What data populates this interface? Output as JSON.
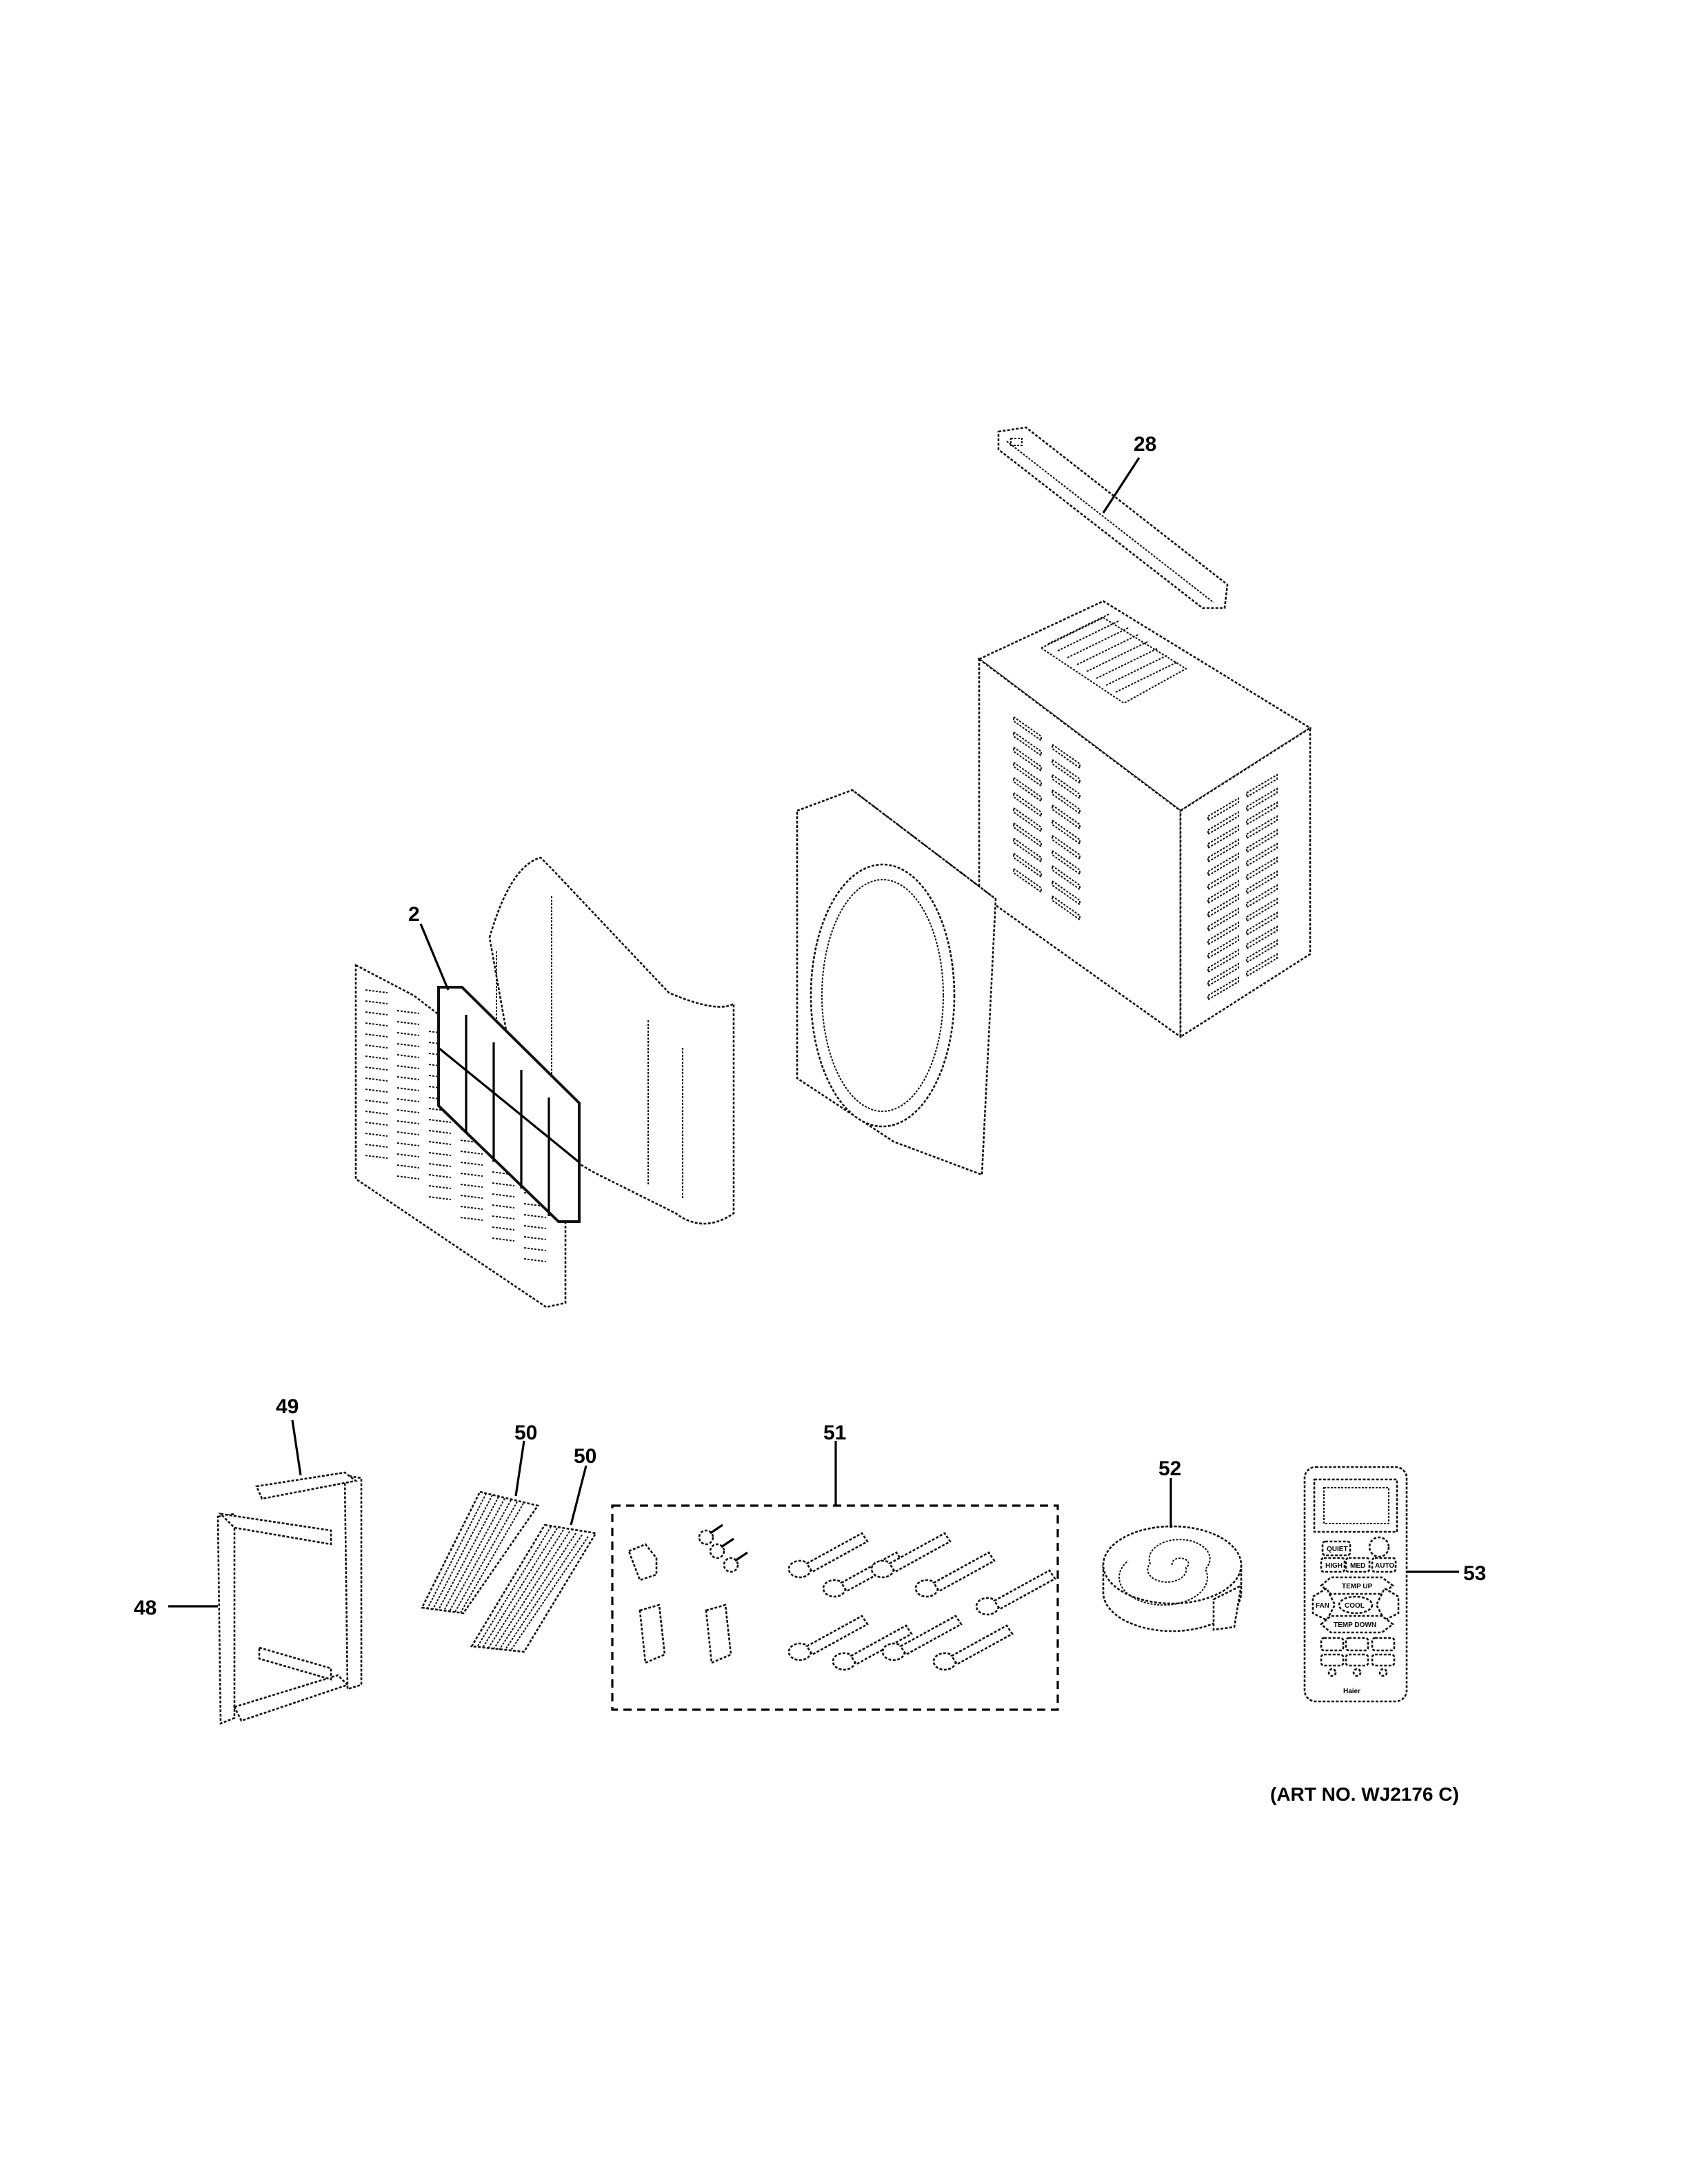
{
  "diagram": {
    "callouts": {
      "p28": "28",
      "p2": "2",
      "p49": "49",
      "p50a": "50",
      "p50b": "50",
      "p51": "51",
      "p52": "52",
      "p48": "48",
      "p53": "53"
    },
    "remote": {
      "quiet": "QUIET",
      "high": "HIGH",
      "med": "MED",
      "auto": "AUTO",
      "temp_up": "TEMP UP",
      "fan": "FAN",
      "cool": "COOL",
      "temp_down": "TEMP DOWN",
      "brand": "Haier"
    },
    "art_number": "(ART NO. WJ2176 C)"
  }
}
